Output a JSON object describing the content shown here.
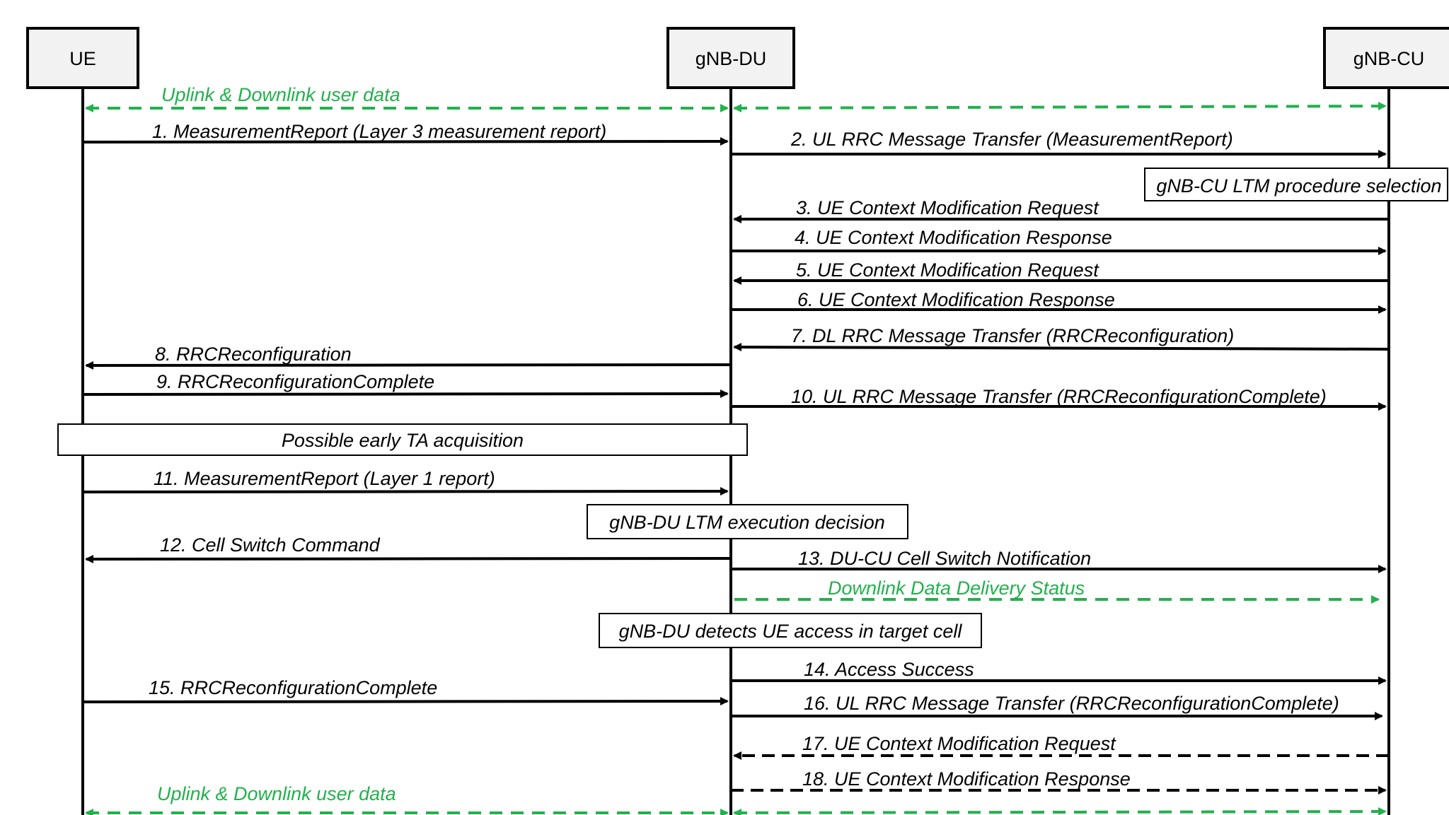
{
  "colors": {
    "text": "#000000",
    "user_data": "#22b14c",
    "box_fill": "#f2f2f2"
  },
  "entities": [
    {
      "id": "ue",
      "label": "UE"
    },
    {
      "id": "du",
      "label": "gNB-DU"
    },
    {
      "id": "cu",
      "label": "gNB-CU"
    }
  ],
  "messages": [
    {
      "id": "user-data-top",
      "label": "Uplink & Downlink user data",
      "kind": "user-data"
    },
    {
      "id": "msg-1",
      "label": "1. MeasurementReport  (Layer 3 measurement report)",
      "kind": "solid"
    },
    {
      "id": "msg-2",
      "label": "2. UL RRC Message Transfer (MeasurementReport)",
      "kind": "solid"
    },
    {
      "id": "msg-3",
      "label": "3. UE Context Modification Request",
      "kind": "solid"
    },
    {
      "id": "msg-4",
      "label": "4. UE Context Modification Response",
      "kind": "solid"
    },
    {
      "id": "msg-5",
      "label": "5. UE Context Modification Request",
      "kind": "solid"
    },
    {
      "id": "msg-6",
      "label": "6. UE Context Modification Response",
      "kind": "solid"
    },
    {
      "id": "msg-7",
      "label": "7. DL RRC Message Transfer (RRCReconfiguration)",
      "kind": "solid"
    },
    {
      "id": "msg-8",
      "label": "8. RRCReconfiguration",
      "kind": "solid"
    },
    {
      "id": "msg-9",
      "label": "9. RRCReconfigurationComplete",
      "kind": "solid"
    },
    {
      "id": "msg-10",
      "label": "10. UL RRC Message Transfer (RRCReconfigurationComplete)",
      "kind": "solid"
    },
    {
      "id": "msg-11",
      "label": "11. MeasurementReport  (Layer 1 report)",
      "kind": "solid"
    },
    {
      "id": "msg-12",
      "label": "12. Cell Switch Command",
      "kind": "solid"
    },
    {
      "id": "msg-13",
      "label": "13. DU-CU Cell Switch Notification",
      "kind": "solid"
    },
    {
      "id": "dl-delivery",
      "label": "Downlink Data Delivery Status",
      "kind": "user-data"
    },
    {
      "id": "msg-14",
      "label": "14. Access Success",
      "kind": "solid"
    },
    {
      "id": "msg-15",
      "label": "15. RRCReconfigurationComplete",
      "kind": "solid"
    },
    {
      "id": "msg-16",
      "label": "16. UL RRC Message Transfer (RRCReconfigurationComplete)",
      "kind": "solid"
    },
    {
      "id": "msg-17",
      "label": "17. UE Context Modification Request",
      "kind": "dashed"
    },
    {
      "id": "msg-18",
      "label": "18. UE Context Modification Response",
      "kind": "dashed"
    },
    {
      "id": "user-data-bottom",
      "label": "Uplink & Downlink user data",
      "kind": "user-data"
    }
  ],
  "notes": [
    {
      "id": "cu-ltm-selection",
      "label": "gNB-CU LTM procedure selection"
    },
    {
      "id": "early-ta",
      "label": "Possible early TA acquisition"
    },
    {
      "id": "du-ltm-decision",
      "label": "gNB-DU LTM execution decision"
    },
    {
      "id": "du-detects-access",
      "label": "gNB-DU detects UE access in target cell"
    }
  ]
}
